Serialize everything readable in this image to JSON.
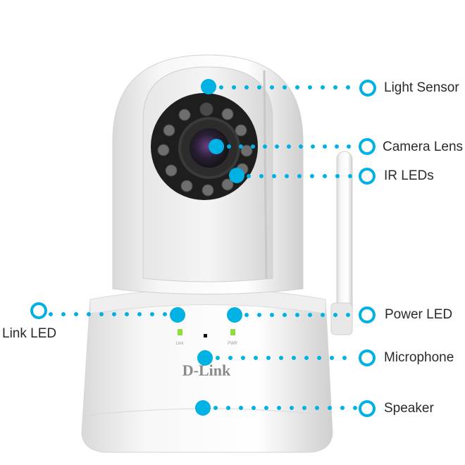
{
  "accent_color": "#00b2e3",
  "product": {
    "brand_logo": "D-Link",
    "link_led_print": "Link",
    "power_led_print": "PWR"
  },
  "callouts": [
    {
      "id": "light-sensor",
      "label": "Light Sensor"
    },
    {
      "id": "camera-lens",
      "label": "Camera Lens"
    },
    {
      "id": "ir-leds",
      "label": "IR LEDs"
    },
    {
      "id": "power-led",
      "label": "Power LED"
    },
    {
      "id": "microphone",
      "label": "Microphone"
    },
    {
      "id": "speaker",
      "label": "Speaker"
    },
    {
      "id": "link-led",
      "label": "Link LED"
    }
  ]
}
